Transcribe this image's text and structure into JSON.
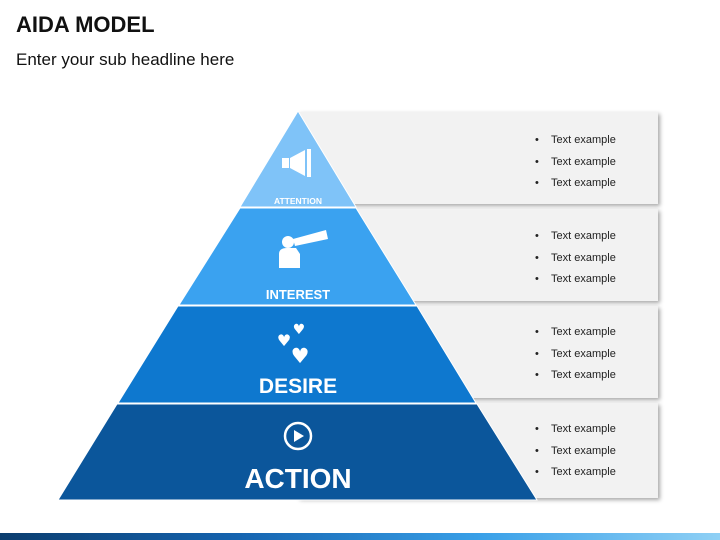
{
  "slide": {
    "title": "AIDA MODEL",
    "subtitle": "Enter your sub headline here"
  },
  "levels": [
    {
      "label": "ATTENTION",
      "icon": "megaphone-icon",
      "color": "#7fc3f8",
      "bullets": [
        "Text example",
        "Text example",
        "Text example"
      ]
    },
    {
      "label": "INTEREST",
      "icon": "telescope-person-icon",
      "color": "#3aa2f0",
      "bullets": [
        "Text example",
        "Text example",
        "Text example"
      ]
    },
    {
      "label": "DESIRE",
      "icon": "hearts-icon",
      "color": "#0e78cf",
      "bullets": [
        "Text example",
        "Text example",
        "Text example"
      ]
    },
    {
      "label": "ACTION",
      "icon": "play-circle-icon",
      "color": "#0b569b",
      "bullets": [
        "Text example",
        "Text example",
        "Text example"
      ]
    }
  ],
  "footer": {
    "colors": [
      "#0b3d6e",
      "#1564b0",
      "#39a0e8",
      "#8fd0f5"
    ]
  }
}
